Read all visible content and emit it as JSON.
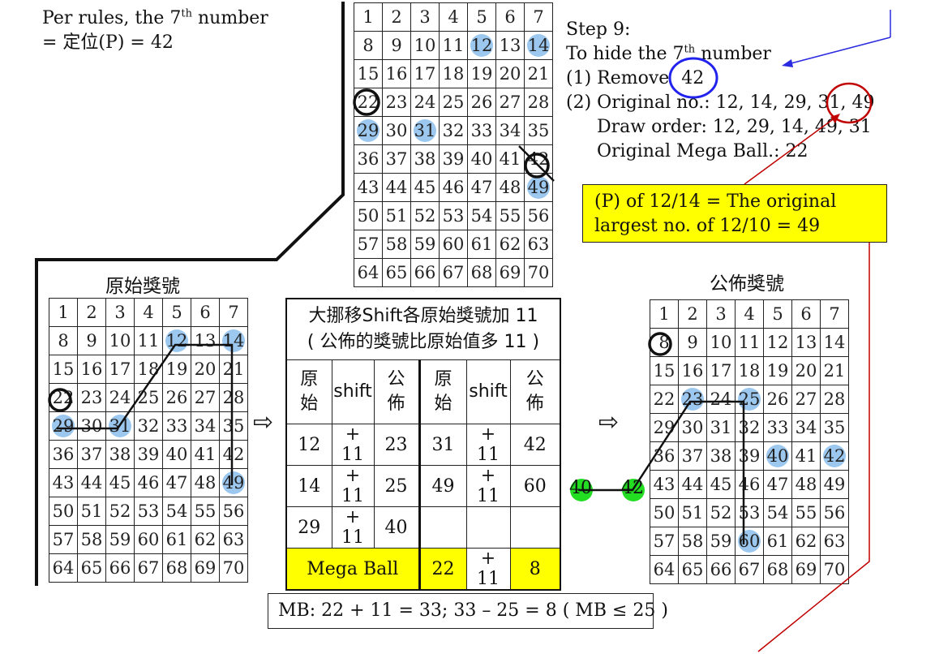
{
  "top_left": {
    "line1_pre": "Per rules, the 7",
    "line1_sup": "th",
    "line1_post": "  number",
    "line2": "= 定位(P) =  42"
  },
  "step": {
    "title": "Step 9:",
    "line2_pre": "To hide the 7",
    "line2_sup": "th",
    "line2_post": "  number",
    "line3_pre": "(1)  Remove",
    "line3_circled": "42",
    "line4_pre": "(2) Original no.:  12, 14, 29, 31,",
    "line4_circled": "49",
    "line5": "Draw order: 12, 29, 14, 49, 31",
    "line6": "Original Mega Ball.:   22"
  },
  "yellow_note": {
    "line1": "(P) of 12/14 = The original",
    "line2": "largest no. of 12/10 = 49"
  },
  "grid_top": {
    "numbers": [
      "1",
      "2",
      "3",
      "4",
      "5",
      "6",
      "7",
      "8",
      "9",
      "10",
      "11",
      "12",
      "13",
      "14",
      "15",
      "16",
      "17",
      "18",
      "19",
      "20",
      "21",
      "22",
      "23",
      "24",
      "25",
      "26",
      "27",
      "28",
      "29",
      "30",
      "31",
      "32",
      "33",
      "34",
      "35",
      "36",
      "37",
      "38",
      "39",
      "40",
      "41",
      "42",
      "43",
      "44",
      "45",
      "46",
      "47",
      "48",
      "49",
      "50",
      "51",
      "52",
      "53",
      "54",
      "55",
      "56",
      "57",
      "58",
      "59",
      "60",
      "61",
      "62",
      "63",
      "64",
      "65",
      "66",
      "67",
      "68",
      "69",
      "70"
    ],
    "highlighted": [
      "12",
      "14",
      "29",
      "31",
      "49"
    ],
    "circled": [
      "22",
      "42"
    ]
  },
  "grid_left": {
    "label": "原始獎號",
    "highlighted": [
      "12",
      "14",
      "29",
      "31",
      "49"
    ],
    "circled": [
      "22"
    ]
  },
  "grid_right": {
    "label": "公佈獎號",
    "highlighted": [
      "23",
      "25",
      "40",
      "42",
      "60"
    ],
    "circled": [
      "8"
    ]
  },
  "shift_table": {
    "title_line1": "大挪移Shift各原始獎號加 11",
    "title_line2": "( 公佈的獎號比原始值多 11 )",
    "headers": [
      "原\n始",
      "shift",
      "公\n佈",
      "原\n始",
      "shift",
      "公\n佈"
    ],
    "rows": [
      [
        "12",
        "+ 11",
        "23",
        "31",
        "+ 11",
        "42"
      ],
      [
        "14",
        "+ 11",
        "25",
        "49",
        "+ 11",
        "60"
      ],
      [
        "29",
        "+ 11",
        "40",
        "",
        "",
        ""
      ]
    ],
    "mega_label": "Mega Ball",
    "mega_values": [
      "22",
      "+ 11",
      "8"
    ]
  },
  "mb_note": "MB: 22 + 11 = 33;  33 – 25 = 8 ( MB ≤ 25 )",
  "green_labels": [
    "40",
    "42"
  ],
  "colors": {
    "highlight": "#9cc8f0",
    "yellow": "#ffff00",
    "blue_circle": "#2222ee",
    "red_circle": "#c00000",
    "green": "#22dd22"
  }
}
